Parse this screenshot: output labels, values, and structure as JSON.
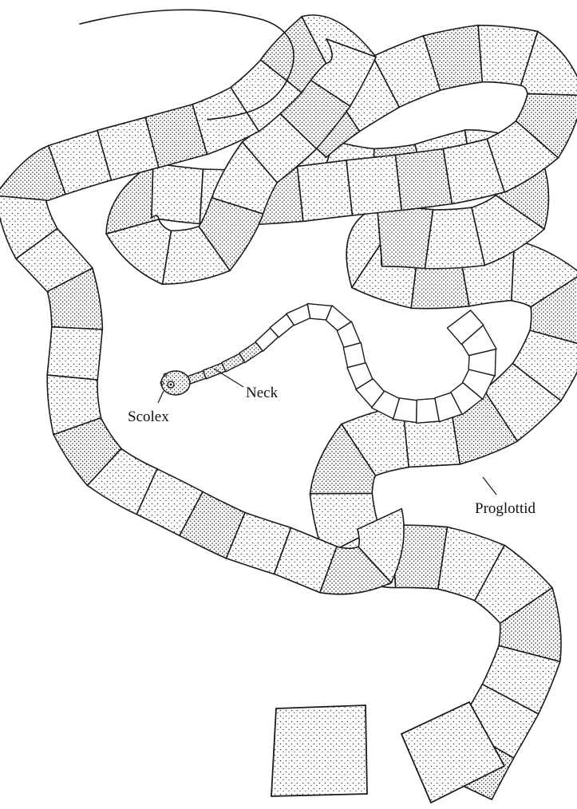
{
  "labels": {
    "scolex": "Scolex",
    "neck": "Neck",
    "proglottid": "Proglottid"
  },
  "colors": {
    "ink": "#1a1a1a",
    "paper": "#ffffff"
  }
}
